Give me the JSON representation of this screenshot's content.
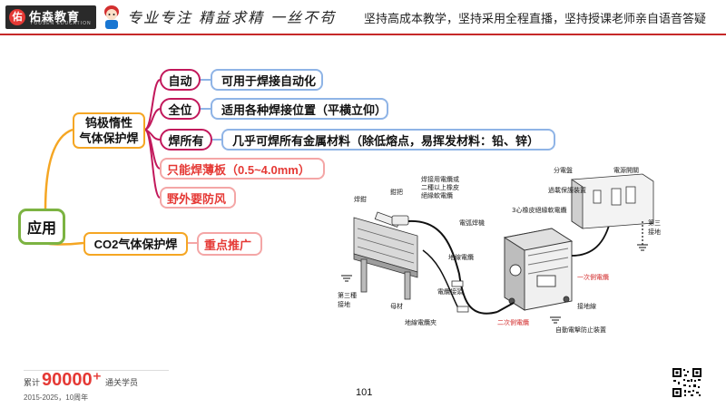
{
  "header": {
    "logo_text": "佑森教育",
    "logo_sub": "YOUSEN EDUCATION",
    "logo_mark": "佑",
    "slogan": "专业专注 精益求精 一丝不苟",
    "tagline": "坚持高成本教学，坚持采用全程直播，坚持授课老师亲自语音答疑"
  },
  "mindmap": {
    "root": "应用",
    "branch1": {
      "title_line1": "钨极惰性",
      "title_line2": "气体保护焊",
      "items": [
        {
          "key": "自动",
          "desc": "可用于焊接自动化"
        },
        {
          "key": "全位",
          "desc": "适用各种焊接位置（平横立仰）"
        },
        {
          "key": "焊所有",
          "desc": "几乎可焊所有金属材料（除低熔点，易挥发材料：铅、锌）"
        }
      ],
      "red_items": [
        "只能焊薄板（0.5~4.0mm）",
        "野外要防风"
      ]
    },
    "branch2": {
      "title": "CO2气体保护焊",
      "note": "重点推广"
    }
  },
  "illustration": {
    "labels": {
      "holder": "焊鉗",
      "handle": "鉗把",
      "cable_top": "焊接用電纜或",
      "cable_mid": "二種以上橡皮",
      "cable_bot": "絕緣軟電纜",
      "switch": "分電盤",
      "overload": "過載保護裝置",
      "breaker": "電源開關",
      "core3": "3心橡皮絕緣軟電纜",
      "machine": "電弧焊機",
      "earth3_a": "第三",
      "earth3_b": "接地",
      "ground_cable": "地線電纜",
      "cable_joint": "電纜接頭",
      "primary": "一次側電纜",
      "secondary": "二次側電纜",
      "earth_line": "接地線",
      "auto_protect": "自動電擊防止裝置",
      "base": "母材",
      "ground_clamp": "地線電纜夾",
      "earth_type3_a": "第三種",
      "earth_type3_b": "接地"
    }
  },
  "footer": {
    "count_prefix": "累计",
    "count": "90000⁺",
    "count_suffix": "通关学员",
    "years": "2015-2025，10周年",
    "page_number": "101"
  },
  "colors": {
    "accent_red": "#e53935",
    "root_border": "#7cb342",
    "level1_border": "#f5a623",
    "level2_border": "#c2185b",
    "level3_border": "#8fb4e6"
  }
}
